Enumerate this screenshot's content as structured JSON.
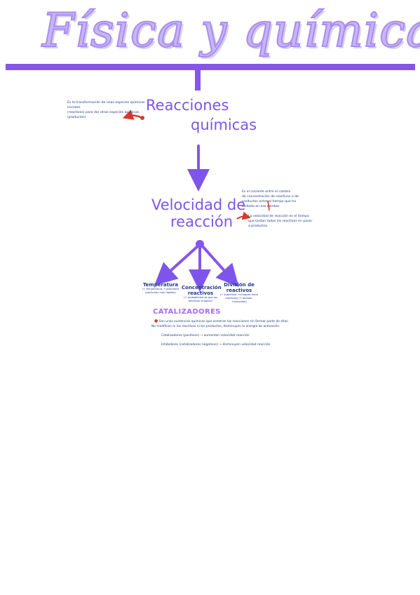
{
  "title": "Física y química",
  "nodes": {
    "reacciones": {
      "line1": "Reacciones",
      "line2": "químicas"
    },
    "velocidad": {
      "line1": "Velocidad de",
      "line2": "reacción"
    }
  },
  "notes": {
    "reacciones": [
      "Es la transformación de unas especies químicas iniciales",
      "(reactivos) para dar otras especies químicas (productos)"
    ],
    "velocidad_top": [
      "Es el cociente entre el cambio",
      "de concentración de reactivos o de",
      "productos entre el tiempo que ha",
      "tardado en ese cambio."
    ],
    "velocidad_bottom": [
      "La velocidad de reacción es el tiempo",
      "que tardan todos los reactivos en pasar",
      "a productos."
    ]
  },
  "factors": [
    {
      "title": "Temperatura",
      "note": "(+ temperatura, +velocidad) (partículas más rápidas)"
    },
    {
      "title": "Concentración reactivos",
      "note": "(+ probabilidad de que los reactivos choquen)"
    },
    {
      "title": "División de reactivos",
      "note": "(+ superficie, +choques entre reactivos) (+ división, +velocidad)"
    }
  ],
  "catalizadores": {
    "title": "CATALIZADORES",
    "lines": [
      "Son unas sustancias químicas que aceleran las reacciones sin formar parte de ellas.",
      "No modifican ni los reactivos ni los productos, disminuyen la energía de activación."
    ],
    "types": [
      {
        "label": "Catalizadores (positivos)",
        "effect": "aumentan velocidad reacción"
      },
      {
        "label": "Inhibidores (catalizadores negativos)",
        "effect": "disminuyen velocidad reacción"
      }
    ]
  },
  "colors": {
    "accent": "#7d55ea",
    "title_fill": "#c6b6f2",
    "note_text": "#213b86",
    "connector_red": "#d9382a"
  }
}
